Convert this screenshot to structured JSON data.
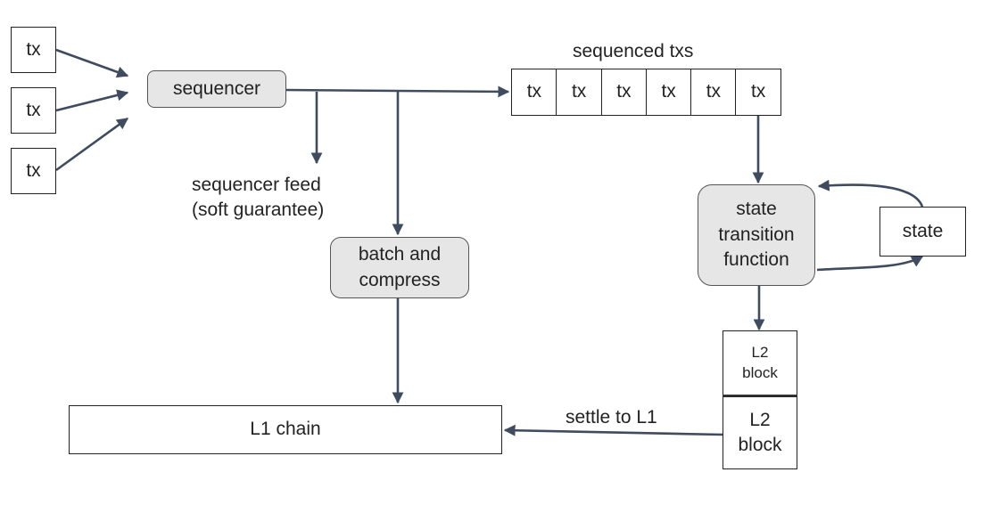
{
  "inputs": {
    "tx_1": "tx",
    "tx_2": "tx",
    "tx_3": "tx"
  },
  "sequencer": {
    "label": "sequencer"
  },
  "sequenced": {
    "title": "sequenced txs",
    "cells": [
      "tx",
      "tx",
      "tx",
      "tx",
      "tx",
      "tx"
    ]
  },
  "feed": {
    "line1": "sequencer feed",
    "line2": "(soft guarantee)"
  },
  "batch": {
    "label": "batch and\ncompress"
  },
  "stf": {
    "label": "state\ntransition\nfunction"
  },
  "state": {
    "label": "state"
  },
  "blocks": {
    "top": "L2\nblock",
    "bottom": "L2\nblock"
  },
  "settle": {
    "label": "settle to L1"
  },
  "l1": {
    "label": "L1 chain"
  },
  "colors": {
    "arrow": "#3f4b5f",
    "process_fill": "#e6e6e6"
  }
}
